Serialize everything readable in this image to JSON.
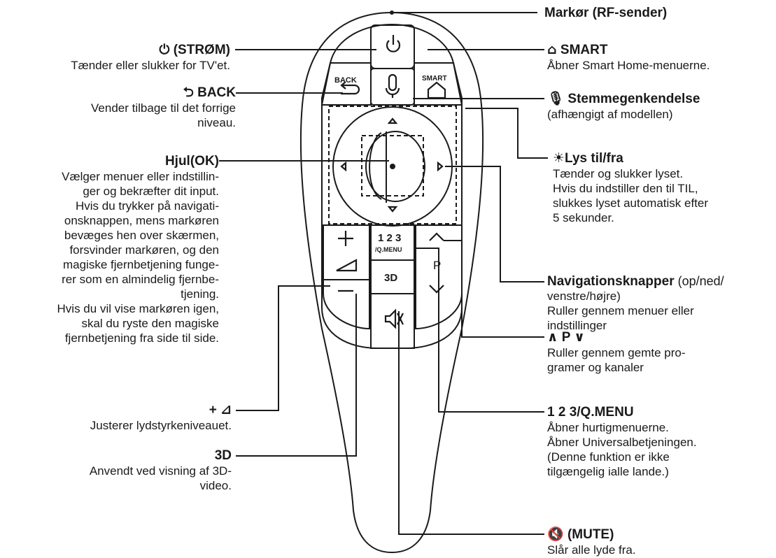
{
  "labels": {
    "markor": {
      "title": "Markør (RF-sender)"
    },
    "power": {
      "icon": "power-icon",
      "title": "(STRØM)",
      "desc": [
        "Tænder eller slukker for TV'et."
      ]
    },
    "back": {
      "icon": "back-arrow-icon",
      "title": "BACK",
      "desc": [
        "Vender tilbage til det forrige",
        "niveau."
      ]
    },
    "wheel": {
      "title": "Hjul(OK)",
      "desc": [
        "Vælger menuer eller indstillin-",
        "ger og bekræfter dit input.",
        "Hvis du trykker på navigati-",
        "onsknappen, mens markøren",
        "bevæges hen over skærmen,",
        "forsvinder markøren, og den",
        "magiske fjernbetjening funge-",
        "rer som en almindelig fjernbe-",
        "tjening.",
        "Hvis du vil vise markøren igen,",
        "skal du ryste den magiske",
        "fjernbetjening fra side til side."
      ]
    },
    "volume": {
      "title": "+ ⊿",
      "desc": [
        "Justerer lydstyrkeniveauet."
      ]
    },
    "threed": {
      "title": "3D",
      "desc": [
        "Anvendt ved visning af 3D-",
        "video."
      ]
    },
    "smart": {
      "icon": "home-icon",
      "title": "SMART",
      "desc": [
        "Åbner Smart Home-menuerne."
      ]
    },
    "voice": {
      "icon": "microphone-icon",
      "title": "Stemmegenkendelse",
      "desc": [
        "(afhængigt af modellen)"
      ]
    },
    "light": {
      "icon": "light-bulb-icon",
      "title": "Lys til/fra",
      "desc": [
        "Tænder og slukker lyset.",
        "Hvis du indstiller den til TIL,",
        "slukkes lyset automatisk efter",
        "5 sekunder."
      ]
    },
    "nav": {
      "title": "Navigationsknapper",
      "title_rest": " (op/ned/",
      "desc": [
        "venstre/højre)",
        "Ruller gennem menuer eller",
        "indstillinger"
      ]
    },
    "program": {
      "title": "∧ P ∨",
      "desc": [
        "Ruller gennem gemte pro-",
        "gramer og kanaler"
      ]
    },
    "qmenu": {
      "title": "1 2 3/Q.MENU",
      "desc": [
        "Åbner hurtigmenuerne.",
        "Åbner Universalbetjeningen.",
        "(Denne funktion er ikke",
        "tilgængelig ialle lande.)"
      ]
    },
    "mute": {
      "icon": "mute-speaker-icon",
      "title": "(MUTE)",
      "desc": [
        "Slår alle lyde fra."
      ]
    }
  },
  "remote": {
    "back_label": "BACK",
    "smart_label": "SMART",
    "num_label": "1 2 3",
    "qmenu_label": "/Q.MENU",
    "plus_label": "+",
    "p_label": "P",
    "threed_label": "3D"
  },
  "colors": {
    "ink": "#1a1a1a",
    "body": "#ffffff"
  }
}
